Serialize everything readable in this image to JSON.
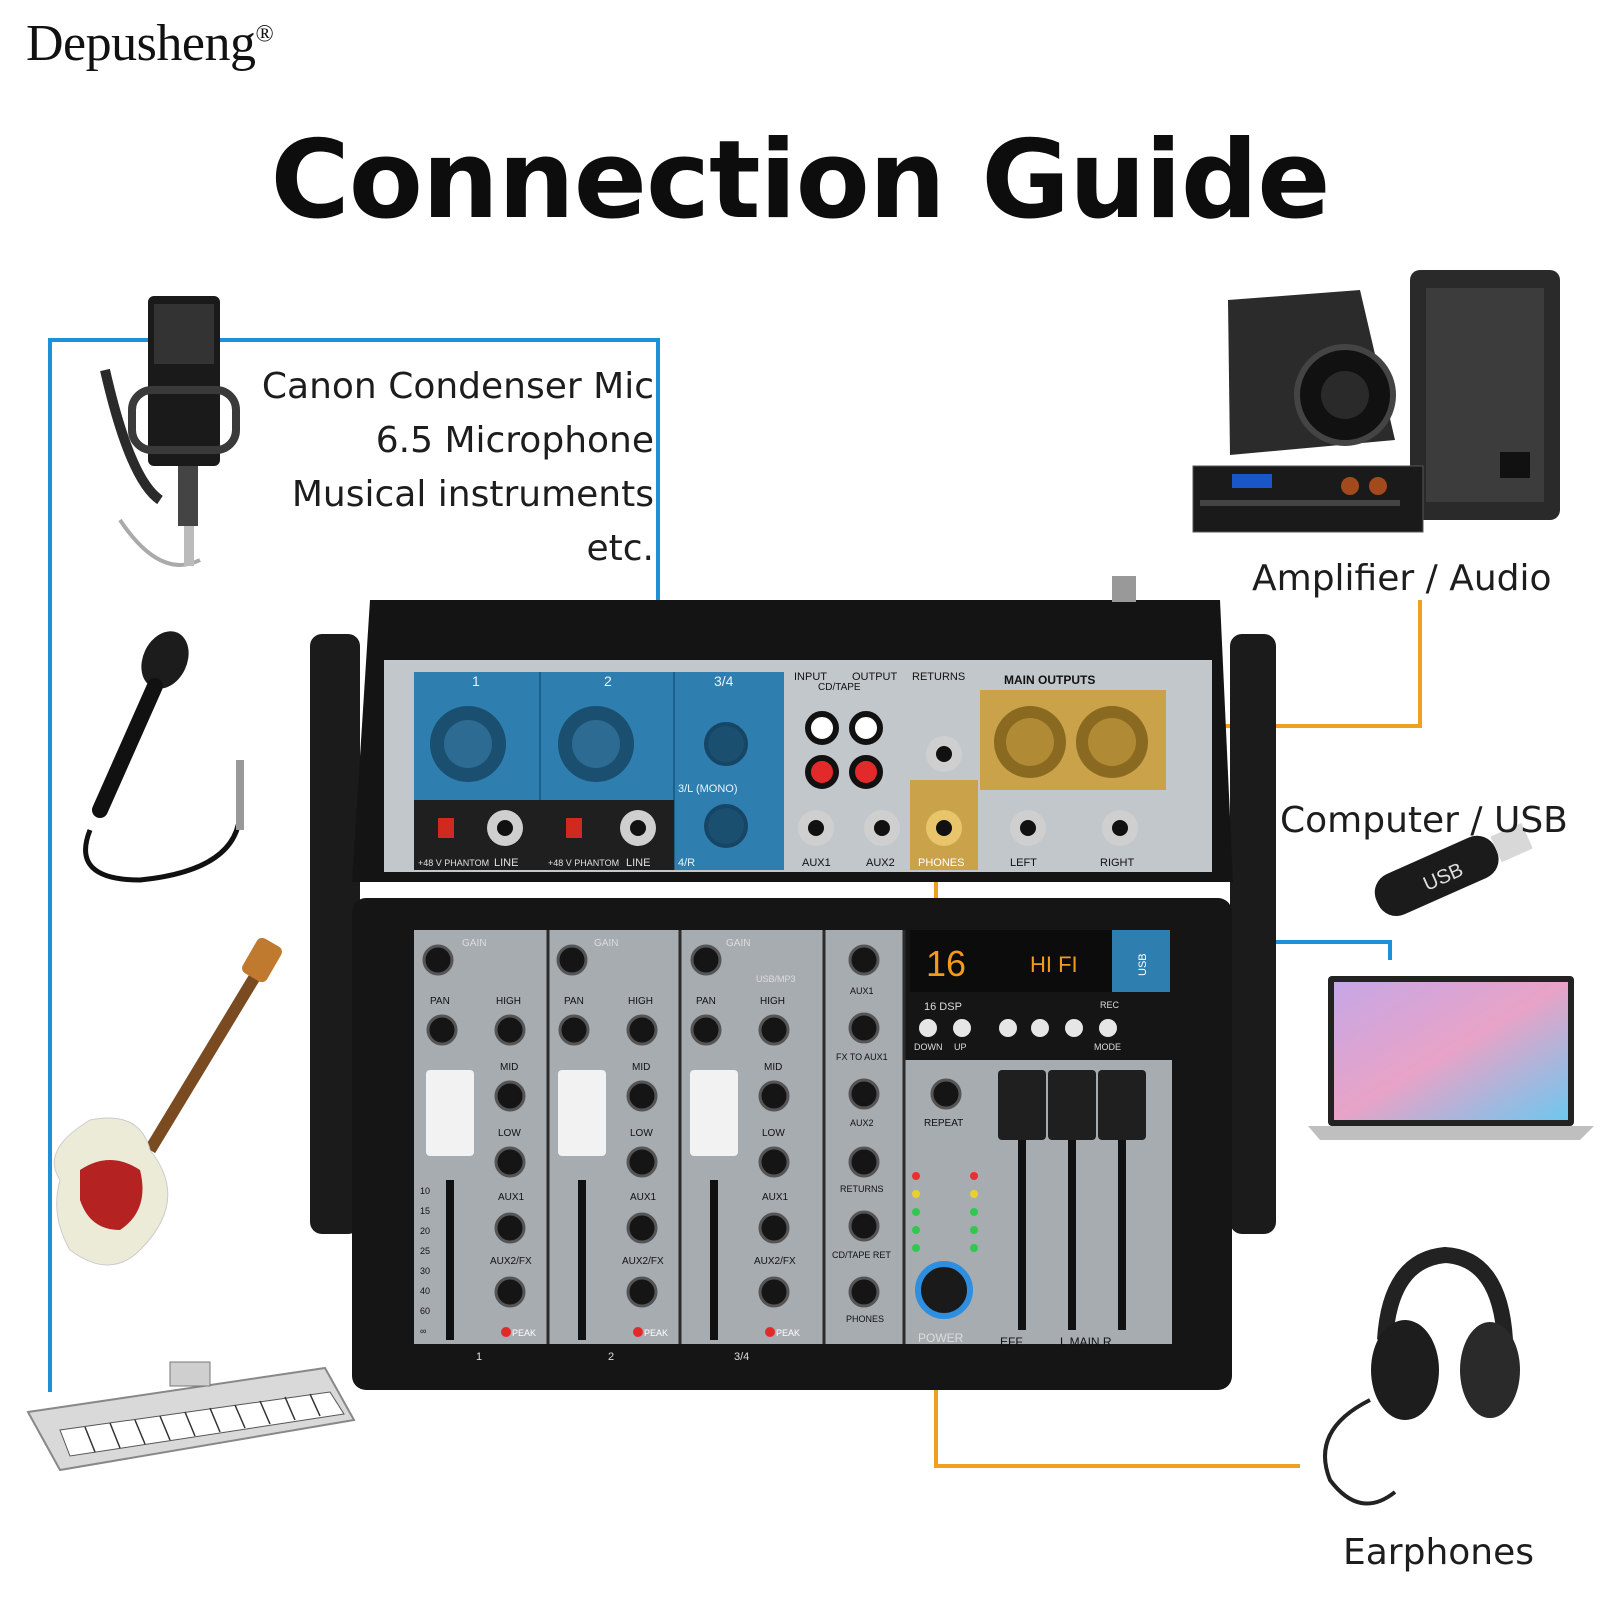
{
  "brand": {
    "name": "Depusheng",
    "mark": "®"
  },
  "title": "Connection Guide",
  "sources": {
    "lines": [
      "Canon Condenser Mic",
      "6.5 Microphone",
      "Musical instruments",
      "etc."
    ]
  },
  "outputs": {
    "amplifier": "Amplifier /  Audio",
    "computer": "Computer /  USB",
    "earphones": "Earphones"
  },
  "mixer": {
    "channels": [
      "1",
      "2",
      "3/4"
    ],
    "mono_label": "3/L (MONO)",
    "right_label": "4/R",
    "phantom": "+48 V PHANTOM",
    "line": "LINE",
    "io_header_input": "INPUT",
    "io_header_output": "OUTPUT",
    "cdtape": "CD/TAPE",
    "returns": "RETURNS",
    "main_outputs": "MAIN OUTPUTS",
    "aux1": "AUX1",
    "aux2": "AUX2",
    "phones": "PHONES",
    "left": "LEFT",
    "right": "RIGHT",
    "gain": "GAIN",
    "pan": "PAN",
    "high": "HIGH",
    "mid": "MID",
    "low": "LOW",
    "aux2fx": "AUX2/FX",
    "peak": "PEAK",
    "usbmp3": "USB/MP3",
    "display_left": "16",
    "display_right": "HI FI",
    "usb": "USB",
    "dsp": "16 DSP",
    "down": "DOWN",
    "up": "UP",
    "rec": "REC",
    "mode": "MODE",
    "repeat": "REPEAT",
    "fx_to_aux1": "FX TO AUX1",
    "cdtape_ret": "CD/TAPE RET",
    "power": "POWER",
    "eff": "EFF",
    "main_lr": "L   MAIN   R",
    "fader_scale": [
      "10",
      "15",
      "20",
      "25",
      "30",
      "40",
      "60",
      "∞"
    ]
  },
  "colors": {
    "blue_line": "#1e90d8",
    "orange_line": "#f0a020",
    "panel_blue": "#2e7fb0",
    "gold": "#c9a24a"
  }
}
